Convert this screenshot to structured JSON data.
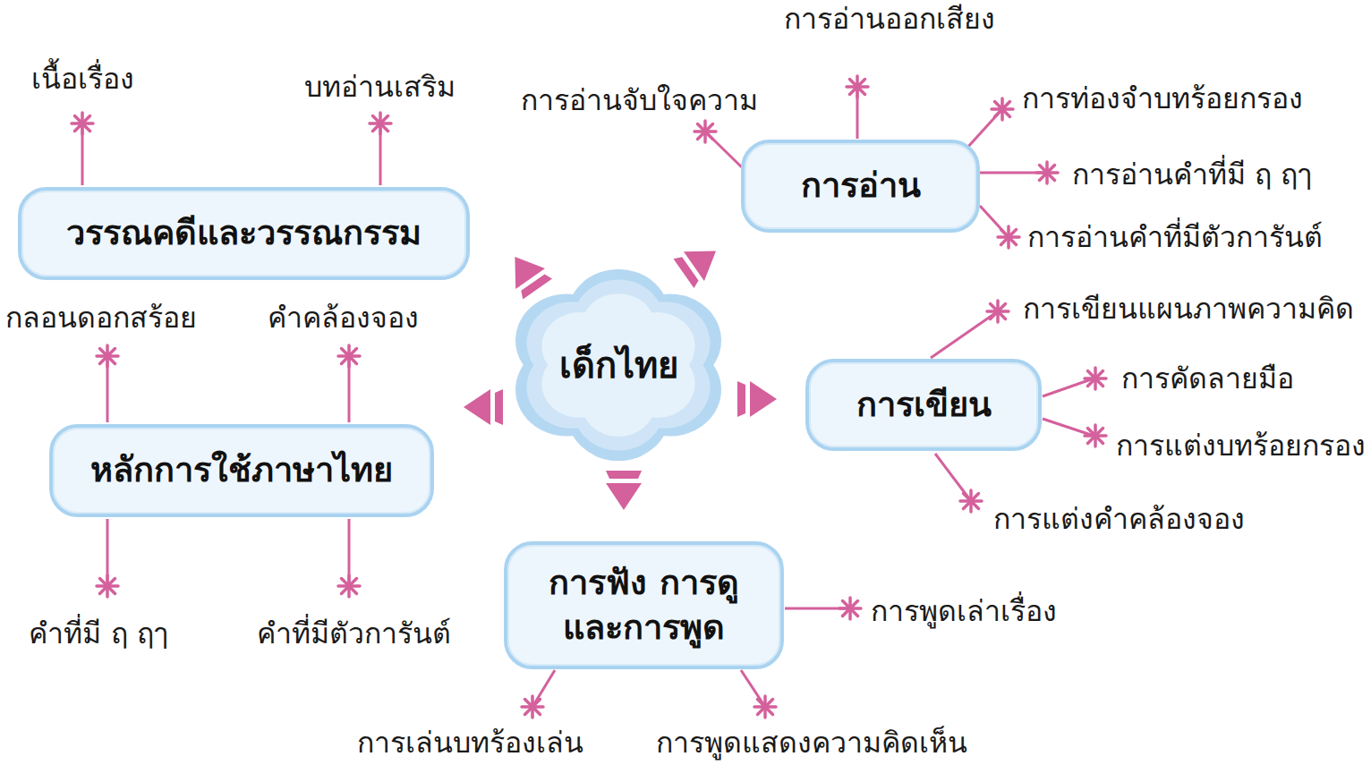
{
  "diagram": {
    "nodes": [
      {
        "text": [
          "วรรณคดีและวรรณกรรม"
        ]
      },
      {
        "text": [
          "การอ่าน"
        ]
      },
      {
        "text": [
          "เด็กไทย"
        ]
      },
      {
        "text": [
          "หลักการใช้ภาษาไทย"
        ]
      },
      {
        "text": [
          "การเขียน"
        ]
      },
      {
        "text": [
          "การฟัง การดู และการพูด"
        ]
      }
    ],
    "labels": [
      "การอ่านออกเสียง",
      "เนื้อเรื่อง",
      "บทอ่านเสริม",
      "การอ่านจับใจความ",
      "การท่องจำบทร้อยกรอง",
      "การอ่านคำที่มี ฤ ฤๅ",
      "การอ่านคำที่มีตัวการันต์",
      "กลอนดอกสร้อย",
      "คำคล้องจอง",
      "การเขียนแผนภาพความคิด",
      "การคัดลายมือ",
      "การแต่งบทร้อยกรอง",
      "การแต่งคำคล้องจอง",
      "การพูดเล่าเรื่อง",
      "คำที่มี ฤ ฤๅ",
      "คำที่มีตัวการันต์",
      "การเล่นบทร้องเล่น",
      "การพูดแสดงความคิดเห็น"
    ]
  }
}
